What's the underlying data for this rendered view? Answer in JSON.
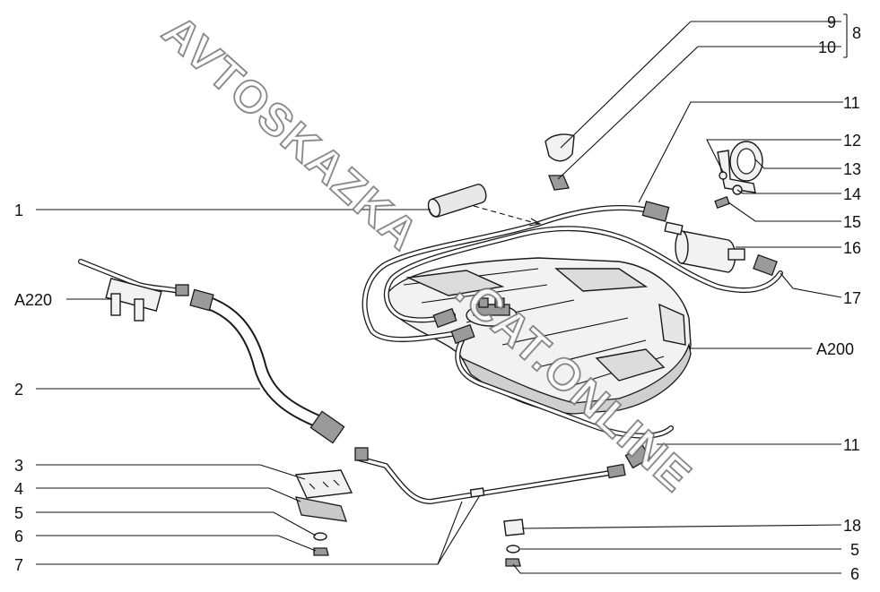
{
  "watermark": {
    "line1": "AVTOSKAZKA",
    "line2": ".CAT.ONLINE"
  },
  "callouts": {
    "c1": "1",
    "c2": "2",
    "c3": "3",
    "c4": "4",
    "c5": "5",
    "c6": "6",
    "c7": "7",
    "c8": "8",
    "c9": "9",
    "c10": "10",
    "c11_top": "11",
    "c11_bottom": "11",
    "c12": "12",
    "c13": "13",
    "c14": "14",
    "c15": "15",
    "c16": "16",
    "c17": "17",
    "c18": "18",
    "c5_right": "5",
    "c6_right": "6",
    "a200": "A200",
    "a220": "A220"
  }
}
